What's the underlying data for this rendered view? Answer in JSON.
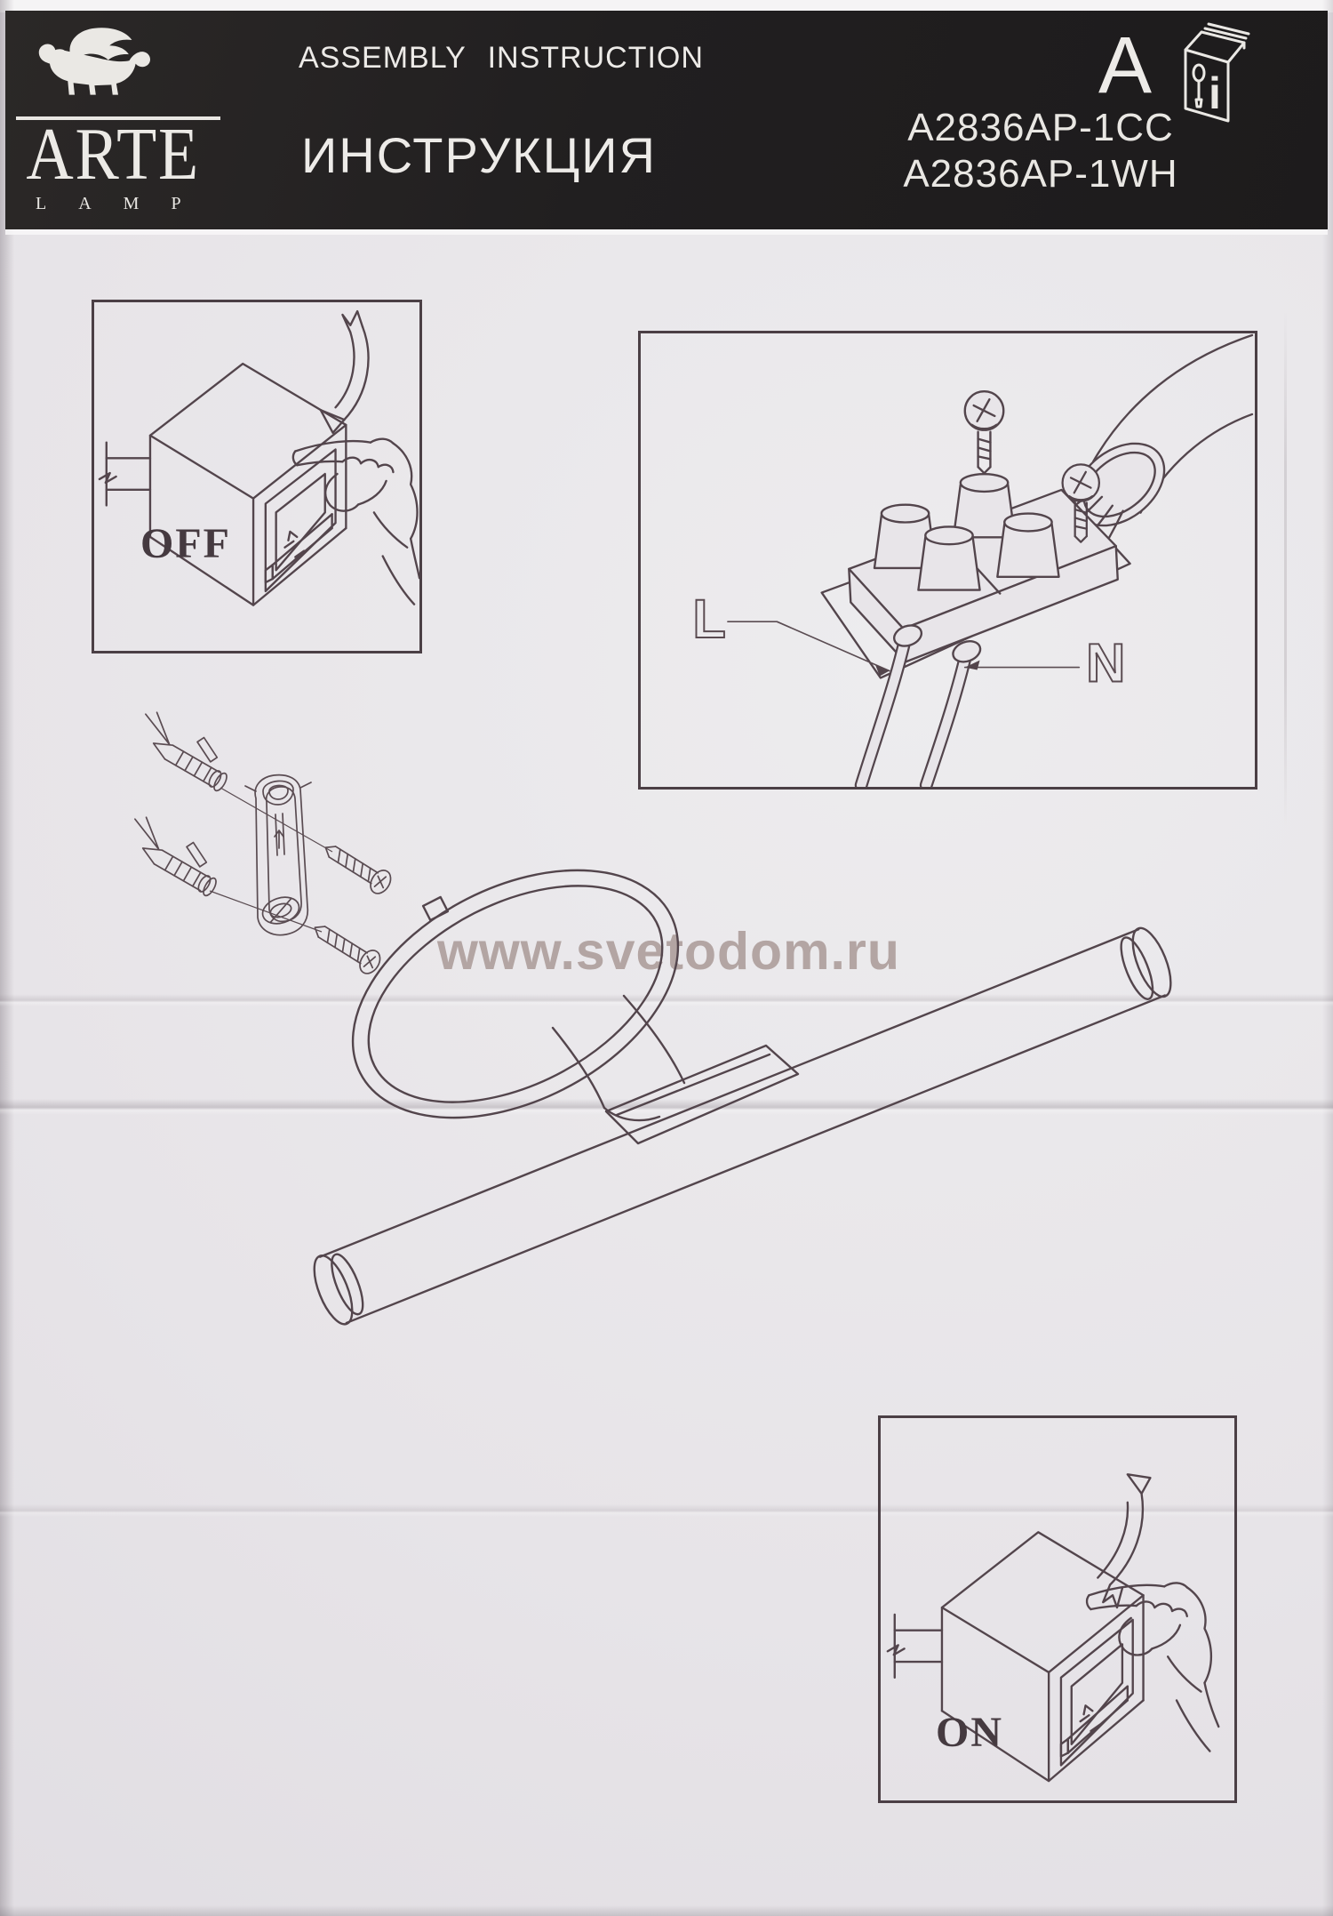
{
  "page": {
    "type": "scanned assembly instruction leaflet",
    "paper_color": "#e8e5e9",
    "ink_color": "#53454c"
  },
  "header": {
    "bg_color": "#211f20",
    "text_color": "#eae8e4",
    "brand_name": "ARTE",
    "brand_sub": "LAMP",
    "logo_icon": "winged-lion",
    "title_en": "ASSEMBLY  INSTRUCTION",
    "title_ru": "ИНСТРУКЦИЯ",
    "section_letter": "A",
    "manual_icon": "instruction-booklet-with-screwdriver",
    "manual_icon_letter": "i",
    "models": [
      "A2836AP-1CC",
      "A2836AP-1WH"
    ]
  },
  "diagrams": {
    "switch_off": {
      "label": "OFF",
      "subject": "wall-switch-turned-off-by-finger"
    },
    "wiring": {
      "live_label": "L",
      "neutral_label": "N",
      "subject": "terminal-block-with-screws-and-mains-wires"
    },
    "mounting": {
      "subject": "wall-bracket-with-anchors-and-screws"
    },
    "lamp": {
      "subject": "picture-light-with-round-canopy-and-tube-shade"
    },
    "switch_on": {
      "label": "ON",
      "subject": "wall-switch-turned-on-by-finger"
    }
  },
  "watermark": {
    "text": "www.svetodom.ru",
    "color": "#b3a5a3"
  }
}
